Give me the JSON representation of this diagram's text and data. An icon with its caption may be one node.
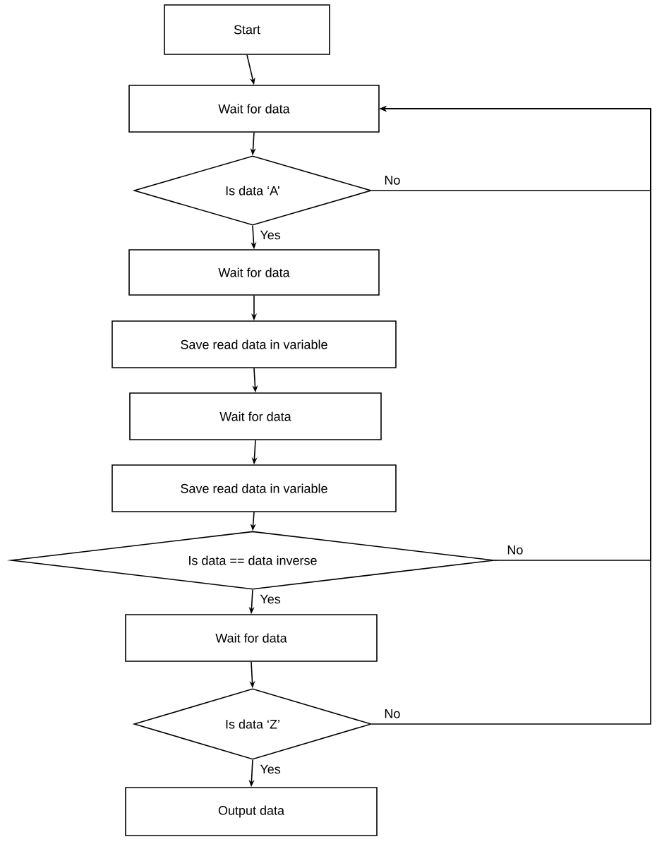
{
  "diagram": {
    "nodes": [
      {
        "text": [
          "Start"
        ]
      },
      {
        "text": [
          "Wait for data"
        ]
      },
      {
        "text": [
          "Is data ‘A’"
        ]
      },
      {
        "text": [
          "Wait for data"
        ]
      },
      {
        "text": [
          "Save read data in variable"
        ]
      },
      {
        "text": [
          "Wait for data"
        ]
      },
      {
        "text": [
          "Save read data in variable"
        ]
      },
      {
        "text": [
          "Is data == data inverse"
        ]
      },
      {
        "text": [
          "Wait for data"
        ]
      },
      {
        "text": [
          "Is data ‘Z’"
        ]
      },
      {
        "text": [
          "Output data"
        ]
      }
    ],
    "edges": [
      {
        "from": 0,
        "to": 1,
        "arrow": "to"
      },
      {
        "from": 1,
        "to": 2,
        "arrow": "to"
      },
      {
        "from": 2,
        "to": 3,
        "arrow": "to",
        "label": "Yes"
      },
      {
        "from": 2,
        "to": 1,
        "arrow": "to",
        "label": "No"
      },
      {
        "from": 3,
        "to": 4,
        "arrow": "to"
      },
      {
        "from": 4,
        "to": 5,
        "arrow": "to"
      },
      {
        "from": 5,
        "to": 6,
        "arrow": "to"
      },
      {
        "from": 6,
        "to": 7,
        "arrow": "to"
      },
      {
        "from": 7,
        "to": 8,
        "arrow": "to",
        "label": "Yes"
      },
      {
        "from": 7,
        "to": 1,
        "arrow": "to",
        "label": "No"
      },
      {
        "from": 8,
        "to": 9,
        "arrow": "to"
      },
      {
        "from": 9,
        "to": 10,
        "arrow": "to",
        "label": "Yes"
      },
      {
        "from": 9,
        "to": 1,
        "arrow": "to",
        "label": "No"
      }
    ]
  }
}
